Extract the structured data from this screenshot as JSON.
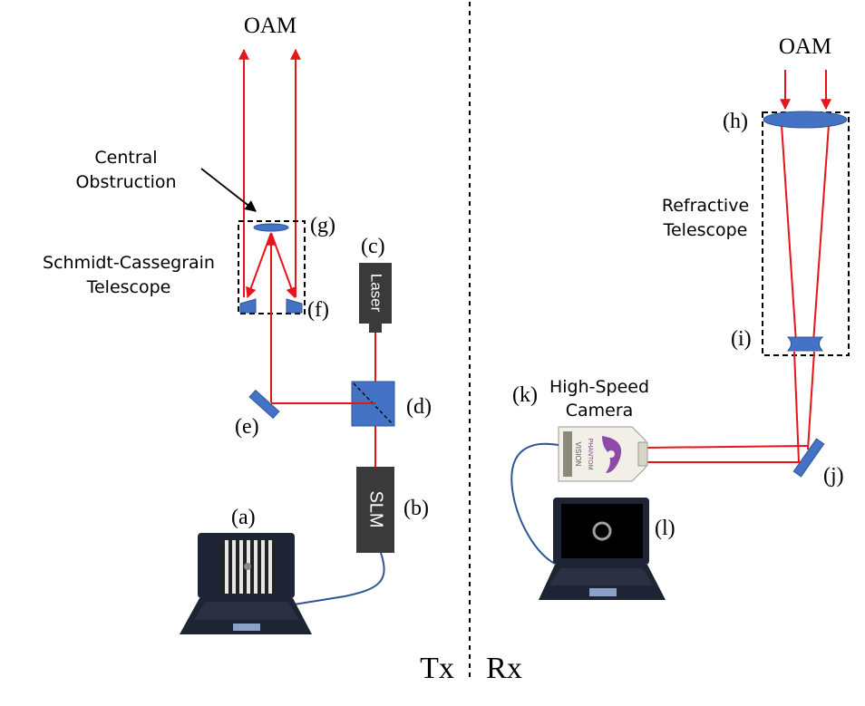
{
  "colors": {
    "beam": "#e8141b",
    "optic_blue": "#4472c4",
    "optic_edge": "#2f5597",
    "device_dark": "#3a3a3a",
    "cable": "#2f5597",
    "laptop_body": "#1e2433"
  },
  "transmitter": {
    "oam_label": "OAM",
    "central_obstruction": [
      "Central",
      "Obstruction"
    ],
    "telescope_label": [
      "Schmidt-Cassegrain",
      "Telescope"
    ],
    "laser_text": "Laser",
    "slm_text": "SLM",
    "labels": {
      "a": "(a)",
      "b": "(b)",
      "c": "(c)",
      "d": "(d)",
      "e": "(e)",
      "f": "(f)",
      "g": "(g)"
    },
    "side_label": "Tx"
  },
  "receiver": {
    "oam_label": "OAM",
    "telescope_label": [
      "Refractive",
      "Telescope"
    ],
    "camera_label": [
      "High-Speed",
      "Camera"
    ],
    "camera_brand": "PHANTOM",
    "camera_brand_sub": "VISION",
    "labels": {
      "h": "(h)",
      "i": "(i)",
      "j": "(j)",
      "k": "(k)",
      "l": "(l)"
    },
    "side_label": "Rx"
  }
}
